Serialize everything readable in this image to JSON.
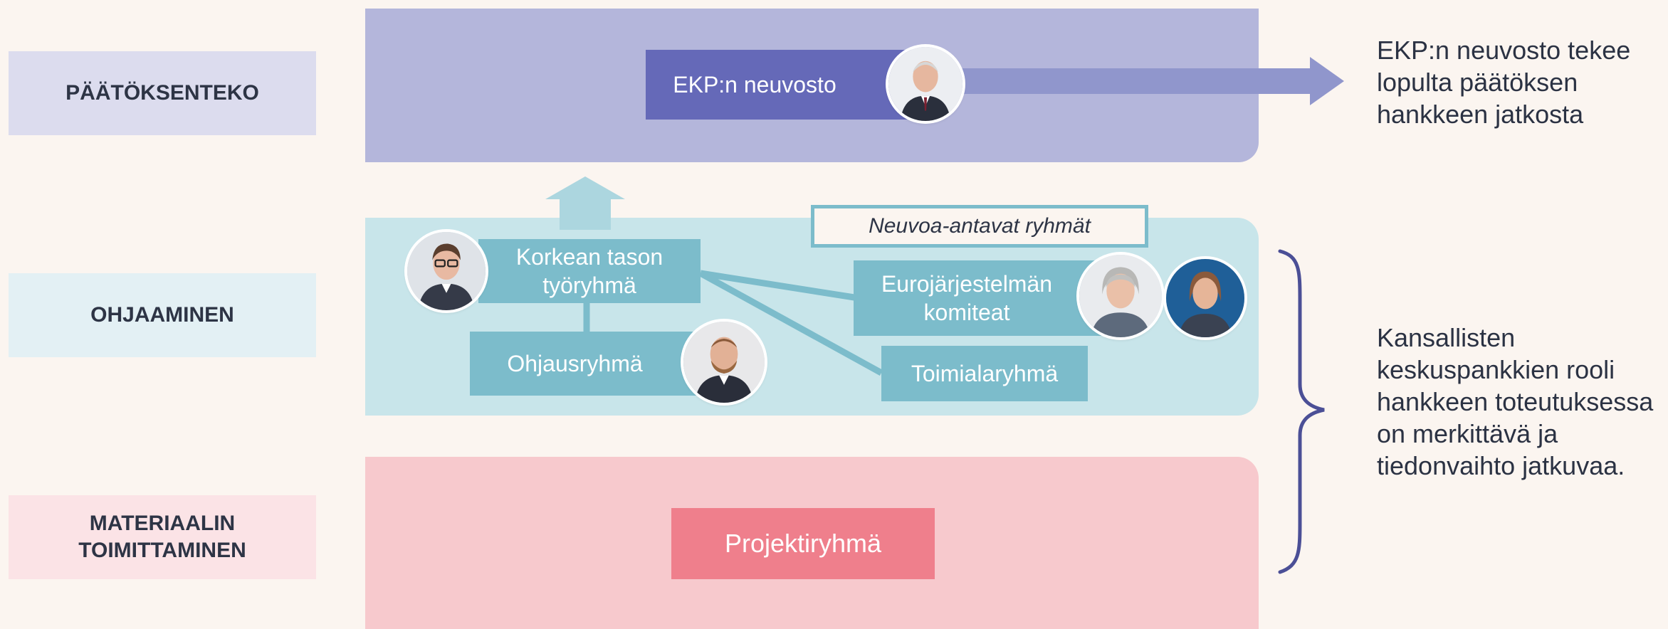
{
  "levels": {
    "decision": "PÄÄTÖKSENTEKO",
    "steering": "OHJAAMINEN",
    "delivery": "MATERIAALIN\nTOIMITTAMINEN"
  },
  "boxes": {
    "ecb_council": "EKP:n neuvosto",
    "high_level_group": "Korkean tason\ntyöryhmä",
    "steering_group": "Ohjausryhmä",
    "eurosystem_committees": "Eurojärjestelmän\nkomiteat",
    "sector_groups": "Toimialaryhmä",
    "project_group": "Projektiryhmä"
  },
  "advisory_label": "Neuvoa-antavat ryhmät",
  "notes": {
    "top": "EKP:n neuvosto tekee\nlopulta päätöksen\nhankkeen jatkosta",
    "bottom": "Kansallisten\nkeskuspankkien rooli\nhankkeen toteutuksessa\non merkittävä ja\ntiedonvaihto jatkuvaa."
  },
  "colors": {
    "background": "#fbf5f0",
    "decision_band": "#b4b6db",
    "decision_box": "#6569b8",
    "decision_arrow": "#9096cc",
    "steering_band": "#c8e5ea",
    "steering_box": "#7cbccb",
    "delivery_band": "#f7c9cd",
    "delivery_box": "#ef7f8c",
    "brace": "#4b4f96"
  }
}
